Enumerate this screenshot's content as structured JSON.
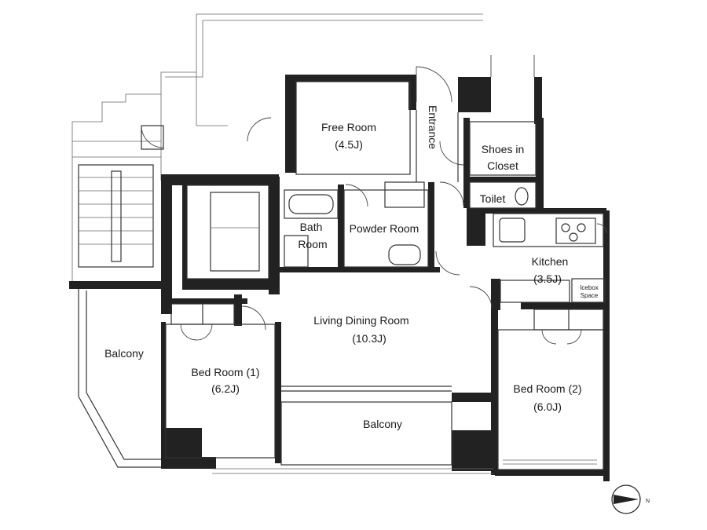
{
  "rooms": {
    "free_room_name": "Free Room",
    "free_room_size": "(4.5J)",
    "entrance": "Entrance",
    "shoes_line1": "Shoes in",
    "shoes_line2": "Closet",
    "toilet": "Toilet",
    "bath_line1": "Bath",
    "bath_line2": "Room",
    "powder_room": "Powder Room",
    "kitchen_name": "Kitchen",
    "kitchen_size": "(3.5J)",
    "icebox_line1": "Icebox",
    "icebox_line2": "Space",
    "living_name": "Living Dining Room",
    "living_size": "(10.3J)",
    "balcony_west": "Balcony",
    "balcony_south": "Balcony",
    "bed1_name": "Bed Room (1)",
    "bed1_size": "(6.2J)",
    "bed2_name": "Bed Room (2)",
    "bed2_size": "(6.0J)"
  },
  "compass": {
    "north_label": "N"
  },
  "colors": {
    "wall": "#222222",
    "line": "#333333",
    "background": "#ffffff"
  }
}
